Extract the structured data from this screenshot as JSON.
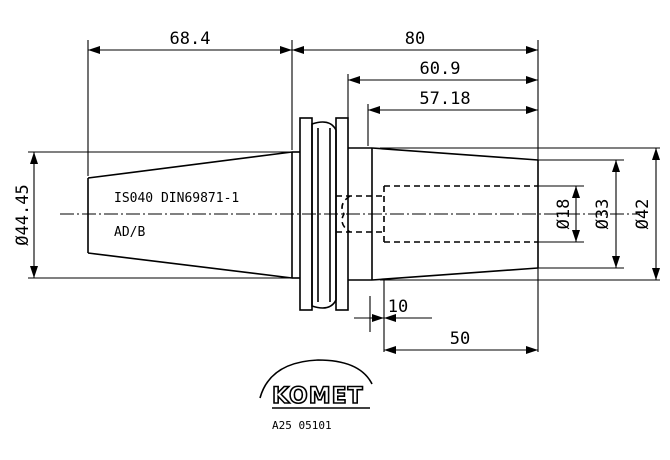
{
  "dimensions": {
    "taper_length": "68.4",
    "overall_length": "80",
    "length_a": "60.9",
    "length_b": "57.18",
    "bore_depth": "10",
    "clamp_length": "50",
    "taper_diameter": "Ø44.45",
    "bore_diameter": "Ø18",
    "body_diameter": "Ø33",
    "outer_diameter": "Ø42"
  },
  "notes": {
    "standard": "IS040 DIN69871-1",
    "variant": "AD/B"
  },
  "brand": {
    "name": "KOMET",
    "part_number": "A25 05101"
  }
}
